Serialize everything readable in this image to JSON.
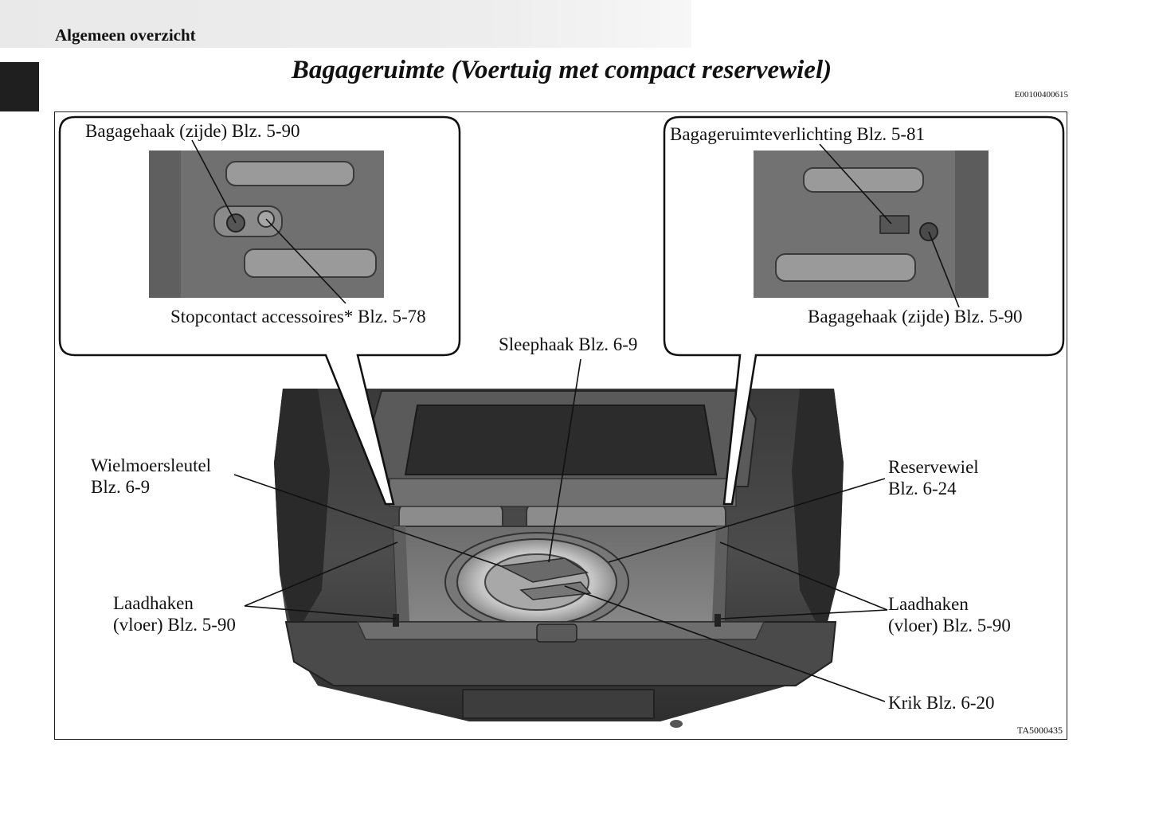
{
  "header": {
    "section": "Algemeen overzicht",
    "title": "Bagageruimte (Voertuig met compact reservewiel)",
    "doc_code": "E00100400615"
  },
  "figure": {
    "code": "TA5000435",
    "labels": {
      "hook_side_left": "Bagagehaak (zijde) Blz. 5-90",
      "accessory_socket": "Stopcontact accessoires*  Blz. 5-78",
      "luggage_light": "Bagageruimteverlichting  Blz. 5-81",
      "hook_side_right": "Bagagehaak (zijde) Blz. 5-90",
      "tow_hook": "Sleephaak Blz. 6-9",
      "wheel_wrench_1": "Wielmoersleutel",
      "wheel_wrench_2": "Blz. 6-9",
      "spare_wheel_1": "Reservewiel",
      "spare_wheel_2": "Blz. 6-24",
      "tie_down_left_1": "Laadhaken",
      "tie_down_left_2": "(vloer) Blz. 5-90",
      "tie_down_right_1": "Laadhaken",
      "tie_down_right_2": "(vloer) Blz. 5-90",
      "jack": "Krik Blz. 6-20"
    }
  }
}
